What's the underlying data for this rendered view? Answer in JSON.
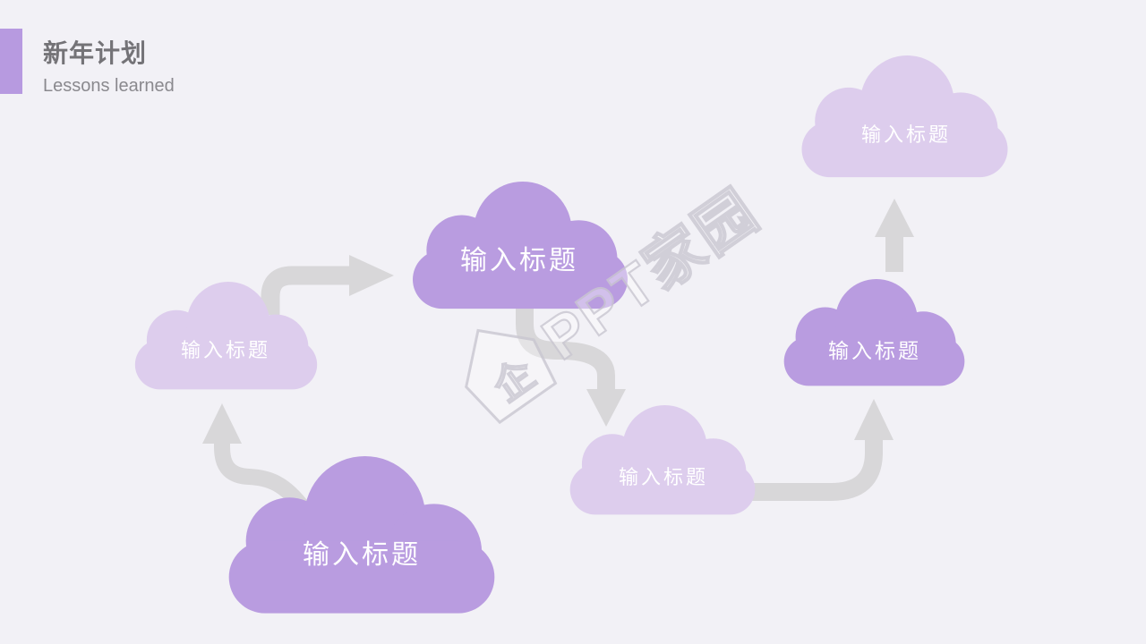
{
  "header": {
    "title": "新年计划",
    "subtitle": "Lessons learned"
  },
  "clouds": [
    {
      "label": "输入标题",
      "tone": "light",
      "position": "middle-left"
    },
    {
      "label": "输入标题",
      "tone": "purple",
      "position": "top-center"
    },
    {
      "label": "输入标题",
      "tone": "light",
      "position": "bottom-center"
    },
    {
      "label": "输入标题",
      "tone": "purple",
      "position": "middle-right"
    },
    {
      "label": "输入标题",
      "tone": "light",
      "position": "top-right"
    },
    {
      "label": "输入标题",
      "tone": "purple",
      "position": "bottom-left"
    }
  ],
  "watermark": {
    "house_char": "企",
    "text": "PPT家园"
  },
  "colors": {
    "background": "#f2f1f6",
    "cloud_purple": "#b99ce0",
    "cloud_light": "#ddcded",
    "arrow": "#d8d7d9",
    "accent_bar": "#b79ae0",
    "title_text": "#747377",
    "subtitle_text": "#8a898e",
    "cloud_text": "#ffffff",
    "watermark_stroke": "#cac7d1"
  }
}
